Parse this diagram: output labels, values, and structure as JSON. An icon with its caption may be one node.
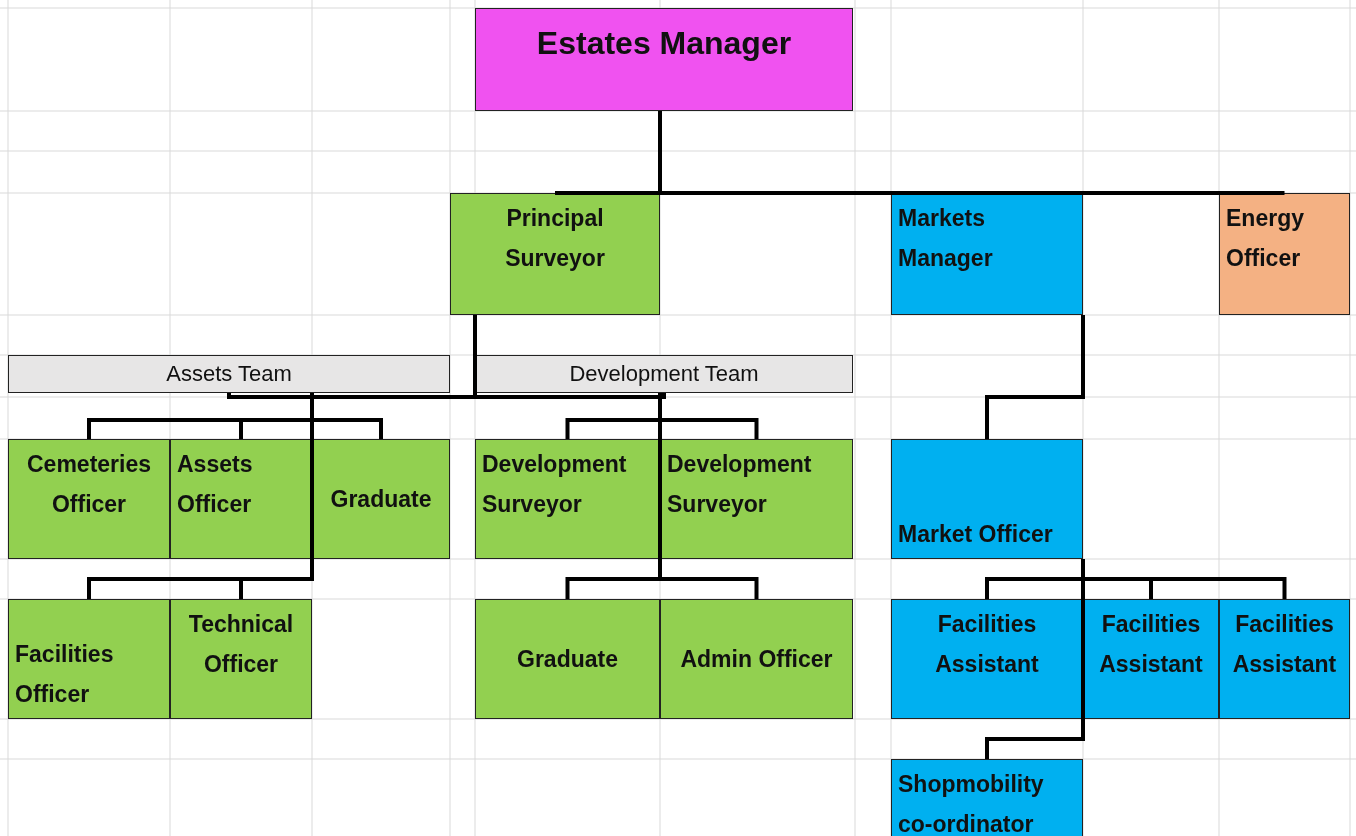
{
  "diagram": {
    "nodes": [
      {
        "text": [
          "Estates Manager"
        ]
      },
      {
        "text": [
          "Principal Surveyor"
        ]
      },
      {
        "text": [
          "Markets Manager"
        ]
      },
      {
        "text": [
          "Energy Officer"
        ]
      },
      {
        "text": [
          "Assets Team"
        ]
      },
      {
        "text": [
          "Development Team"
        ]
      },
      {
        "text": [
          "Cemeteries Officer"
        ]
      },
      {
        "text": [
          "Assets Officer"
        ]
      },
      {
        "text": [
          "Graduate"
        ]
      },
      {
        "text": [
          "Development Surveyor"
        ]
      },
      {
        "text": [
          "Development Surveyor"
        ]
      },
      {
        "text": [
          "Market Officer"
        ]
      },
      {
        "text": [
          "Facilities Officer"
        ]
      },
      {
        "text": [
          "Technical Officer"
        ]
      },
      {
        "text": [
          "Graduate"
        ]
      },
      {
        "text": [
          "Admin Officer"
        ]
      },
      {
        "text": [
          "Facilities Assistant"
        ]
      },
      {
        "text": [
          "Facilities Assistant"
        ]
      },
      {
        "text": [
          "Facilities Assistant"
        ]
      },
      {
        "text": [
          "Shopmobility co-ordinator"
        ]
      }
    ],
    "edges": [
      {
        "from": 0,
        "to": 1,
        "arrow": "none"
      },
      {
        "from": 0,
        "to": 2,
        "arrow": "none"
      },
      {
        "from": 0,
        "to": 3,
        "arrow": "none"
      },
      {
        "from": 1,
        "to": 4,
        "arrow": "none"
      },
      {
        "from": 1,
        "to": 5,
        "arrow": "none"
      },
      {
        "from": 2,
        "to": 11,
        "arrow": "none"
      },
      {
        "from": 4,
        "to": 6,
        "arrow": "none"
      },
      {
        "from": 4,
        "to": 7,
        "arrow": "none"
      },
      {
        "from": 4,
        "to": 8,
        "arrow": "none"
      },
      {
        "from": 4,
        "to": 12,
        "arrow": "none"
      },
      {
        "from": 4,
        "to": 13,
        "arrow": "none"
      },
      {
        "from": 5,
        "to": 9,
        "arrow": "none"
      },
      {
        "from": 5,
        "to": 10,
        "arrow": "none"
      },
      {
        "from": 5,
        "to": 14,
        "arrow": "none"
      },
      {
        "from": 5,
        "to": 15,
        "arrow": "none"
      },
      {
        "from": 11,
        "to": 16,
        "arrow": "none"
      },
      {
        "from": 11,
        "to": 17,
        "arrow": "none"
      },
      {
        "from": 11,
        "to": 18,
        "arrow": "none"
      },
      {
        "from": 11,
        "to": 19,
        "arrow": "none"
      }
    ]
  }
}
